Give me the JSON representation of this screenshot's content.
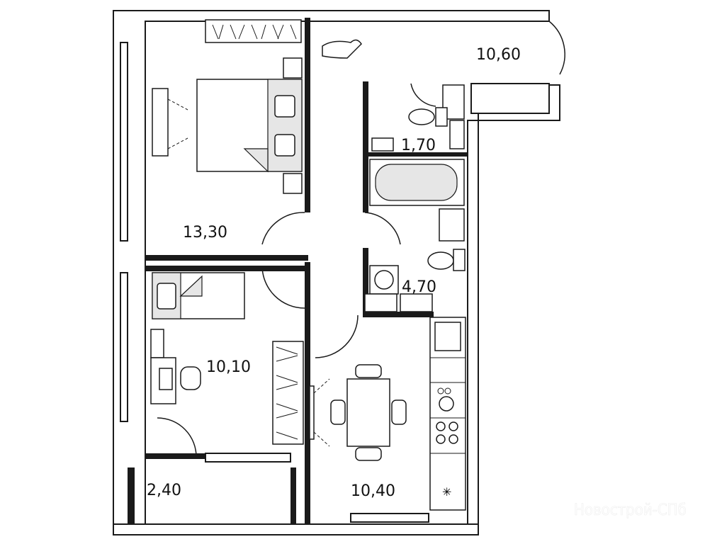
{
  "plan": {
    "rooms": [
      {
        "id": "balcony-top",
        "area": "10,60"
      },
      {
        "id": "bedroom",
        "area": "13,30"
      },
      {
        "id": "toilet",
        "area": "1,70"
      },
      {
        "id": "bathroom",
        "area": "4,70"
      },
      {
        "id": "child-room",
        "area": "10,10"
      },
      {
        "id": "kitchen",
        "area": "10,40"
      },
      {
        "id": "loggia",
        "area": "2,40"
      }
    ],
    "watermark": "Новострой-СПб"
  }
}
